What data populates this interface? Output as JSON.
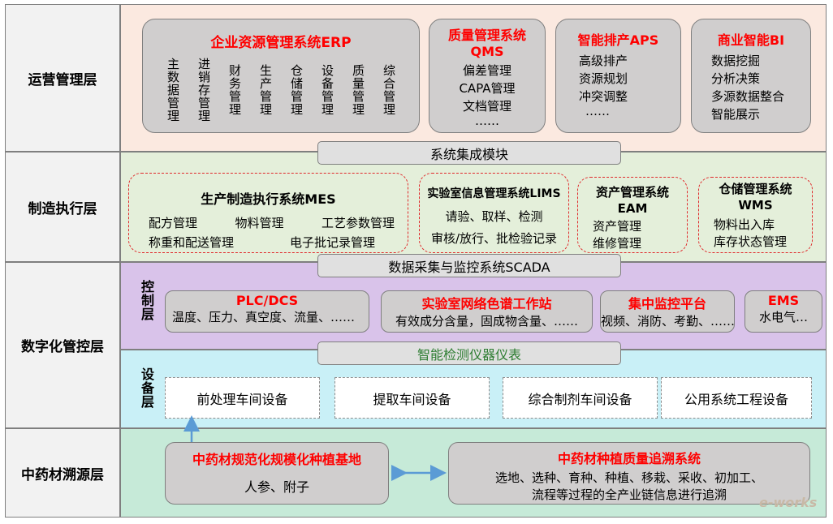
{
  "layers": {
    "ops": "运营管理层",
    "mfg": "制造执行层",
    "digital": "数字化管控层",
    "trace": "中药材溯源层"
  },
  "sublayers": {
    "control": "控制层",
    "device": "设备层"
  },
  "ops": {
    "erp": {
      "title": "企业资源管理系统ERP",
      "items": [
        "主数据管理",
        "进销存管理",
        "财务管理",
        "生产管理",
        "仓储管理",
        "设备管理",
        "质量管理",
        "综合管理"
      ]
    },
    "qms": {
      "title1": "质量管理系统",
      "title2": "QMS",
      "items": [
        "偏差管理",
        "CAPA管理",
        "文档管理",
        "……"
      ]
    },
    "aps": {
      "title": "智能排产APS",
      "items": [
        "高级排产",
        "资源规划",
        "冲突调整",
        "……"
      ]
    },
    "bi": {
      "title": "商业智能BI",
      "items": [
        "数据挖掘",
        "分析决策",
        "多源数据整合",
        "智能展示"
      ]
    },
    "integration": "系统集成模块"
  },
  "mfg": {
    "mes": {
      "title": "生产制造执行系统MES",
      "row1": [
        "配方管理",
        "物料管理",
        "工艺参数管理"
      ],
      "row2": [
        "称重和配送管理",
        "电子批记录管理"
      ]
    },
    "lims": {
      "title": "实验室信息管理系统LIMS",
      "row1": "请验、取样、检测",
      "row2": "审核/放行、批检验记录"
    },
    "eam": {
      "title1": "资产管理系统",
      "title2": "EAM",
      "row1": "资产管理",
      "row2": "维修管理"
    },
    "wms": {
      "title1": "仓储管理系统",
      "title2": "WMS",
      "row1": "物料出入库",
      "row2": "库存状态管理"
    },
    "scada": "数据采集与监控系统SCADA"
  },
  "control": {
    "plc": {
      "title": "PLC/DCS",
      "text": "温度、压力、真空度、流量、……"
    },
    "chrom": {
      "title": "实验室网络色谱工作站",
      "text": "有效成分含量，固成物含量、……"
    },
    "monitor": {
      "title": "集中监控平台",
      "text": "视频、消防、考勤、……"
    },
    "ems": {
      "title": "EMS",
      "text": "水电气…"
    },
    "instruments": "智能检测仪器仪表"
  },
  "device": {
    "items": [
      "前处理车间设备",
      "提取车间设备",
      "综合制剂车间设备",
      "公用系统工程设备"
    ]
  },
  "trace": {
    "base": {
      "title": "中药材规范化规模化种植基地",
      "text": "人参、附子"
    },
    "system": {
      "title": "中药材种植质量追溯系统",
      "line1": "选地、选种、育种、种植、移栽、采收、初加工、",
      "line2": "流程等过程的全产业链信息进行追溯"
    }
  },
  "watermark": "e-works",
  "colors": {
    "ops_bg": "#fbe9e0",
    "mfg_bg": "#e4efda",
    "control_bg": "#d9c3ea",
    "device_bg": "#c9f0f7",
    "trace_bg": "#c6ead8",
    "accent_red": "#ff0000",
    "arrow_blue": "#5b9bd5"
  }
}
